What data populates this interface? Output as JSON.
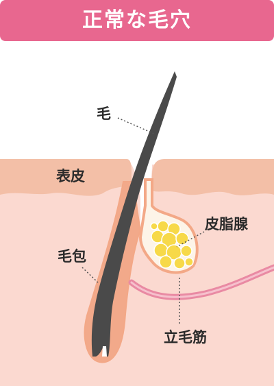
{
  "title": "正常な毛穴",
  "labels": {
    "hair": "毛",
    "epidermis": "表皮",
    "hair_follicle": "毛包",
    "sebaceous_gland": "皮脂腺",
    "arrector_pili": "立毛筋"
  },
  "colors": {
    "banner": "#e8678f",
    "skin_surface": "#f3bfa7",
    "skin_dermis": "#fbd9d0",
    "hair": "#4a4a4a",
    "sebum": "#f7d949",
    "muscle": "#e98aa3",
    "outline": "#f3a887"
  }
}
